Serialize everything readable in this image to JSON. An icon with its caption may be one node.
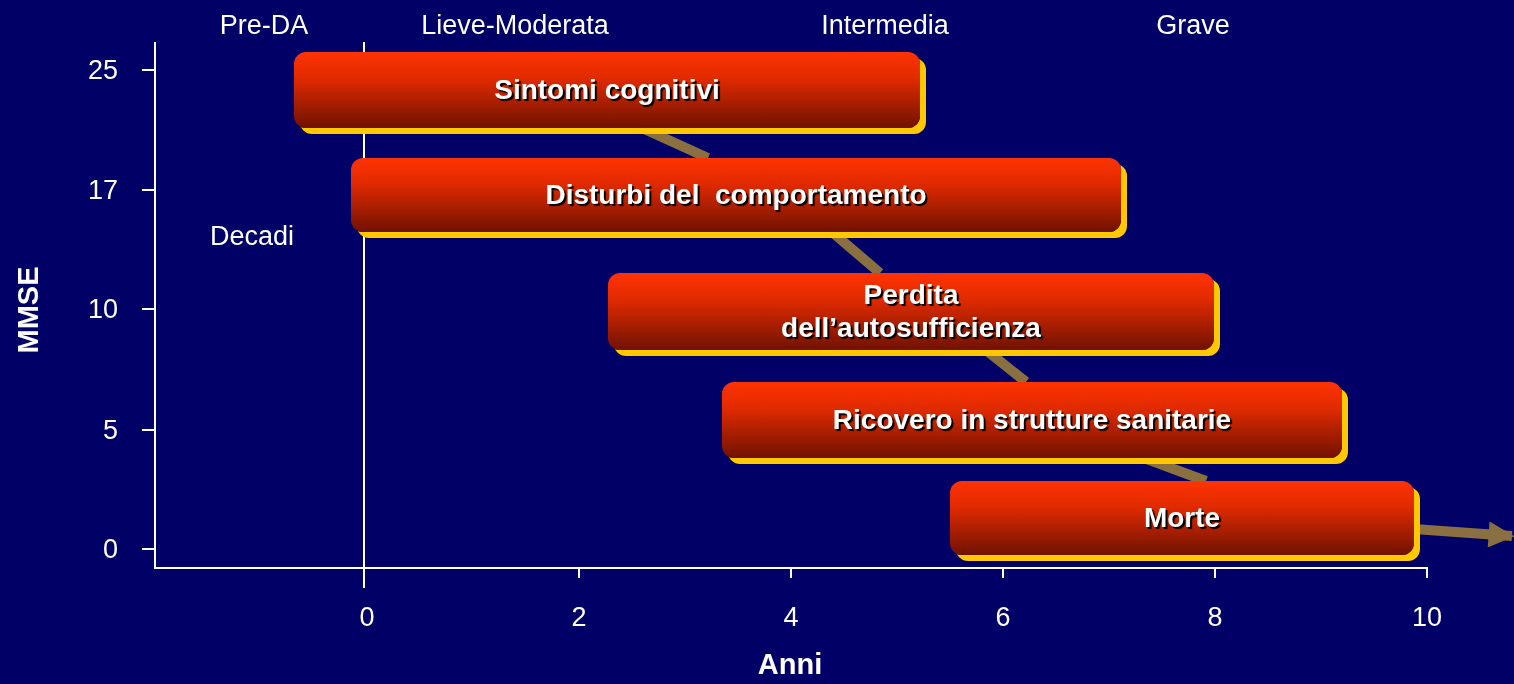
{
  "diagram": {
    "nodes": [
      {
        "text": [
          "Sintomi cognitivi"
        ]
      },
      {
        "text": [
          "Disturbi del  comportamento"
        ]
      },
      {
        "text": [
          "Perdita dell’autosufficienza"
        ]
      },
      {
        "text": [
          "Ricovero in strutture sanitarie"
        ]
      },
      {
        "text": [
          "Morte"
        ]
      }
    ],
    "edges": [
      {
        "from": 0,
        "to": 1,
        "arrow": "none"
      },
      {
        "from": 1,
        "to": 2,
        "arrow": "none"
      },
      {
        "from": 2,
        "to": 3,
        "arrow": "none"
      },
      {
        "from": 3,
        "to": 4,
        "arrow": "none"
      },
      {
        "from": 4,
        "to": null,
        "arrow": "to"
      }
    ],
    "labels": [
      "Pre-DA",
      "Lieve-Moderata",
      "Intermedia",
      "Grave",
      "25",
      "17",
      "Decadi",
      "10",
      "MMSE",
      "5",
      "0",
      "0",
      "2",
      "4",
      "6",
      "8",
      "10",
      "Anni"
    ]
  }
}
